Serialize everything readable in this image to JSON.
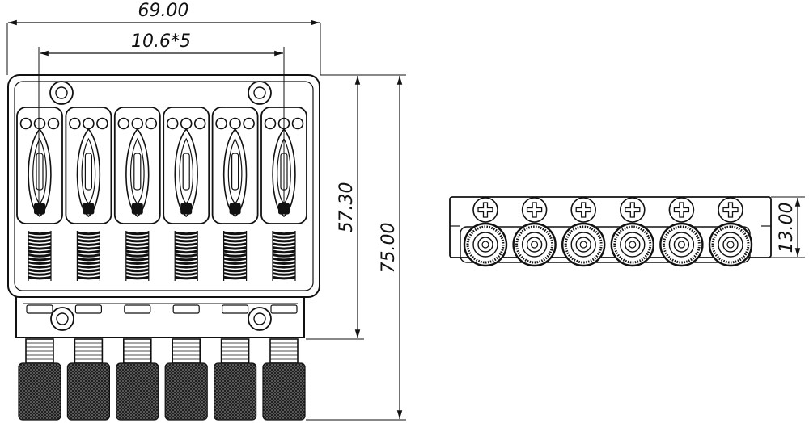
{
  "dimensions": {
    "overall_width": "69.00",
    "string_spacing": "10.6*5",
    "plate_length": "57.30",
    "overall_length": "75.00",
    "side_height": "13.00"
  },
  "saddles": {
    "count": 6
  },
  "side_view": {
    "screws": 6,
    "rollers": 6
  },
  "colors": {
    "line": "#111111",
    "background": "#ffffff"
  }
}
